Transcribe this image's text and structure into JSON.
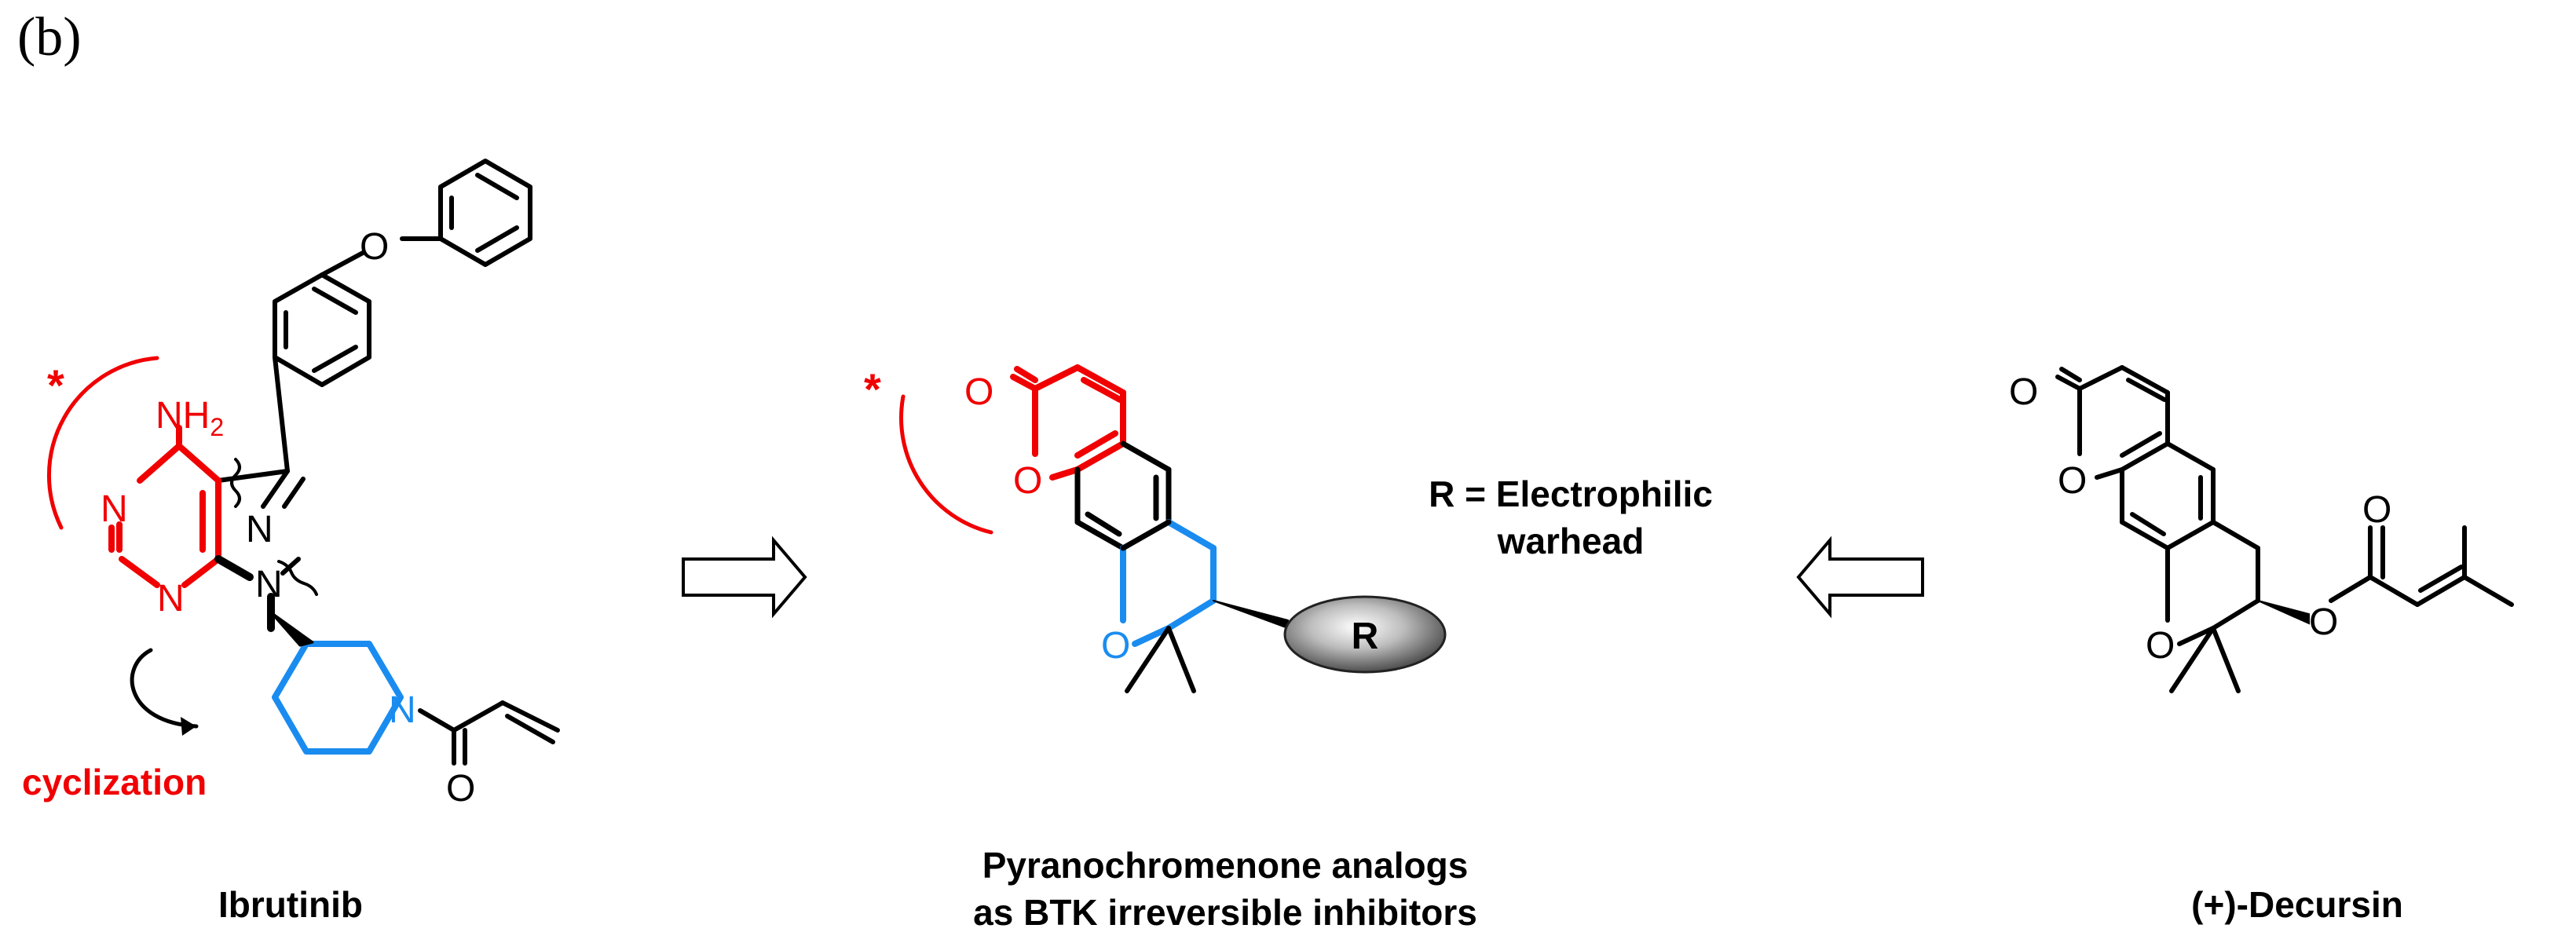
{
  "panel_label": "(b)",
  "colors": {
    "red": "#f00000",
    "blue": "#1a8cf0",
    "black": "#000000"
  },
  "ibrutinib": {
    "caption": "Ibrutinib",
    "atoms": {
      "nh2": "NH",
      "nh2_sub": "2",
      "n_pyr1": "N",
      "n_pyr2": "N",
      "n_pyrazole1": "N",
      "n_pyrazole2": "N",
      "o_ether": "O",
      "n_pip": "N",
      "o_amide": "O"
    },
    "star": "*",
    "cyclization": "cyclization"
  },
  "analog": {
    "caption_line1": "Pyranochromenone analogs",
    "caption_line2": "as BTK irreversible inhibitors",
    "atoms": {
      "o_carbonyl": "O",
      "o_lactone": "O",
      "o_pyran": "O"
    },
    "star": "*",
    "r_label": "R",
    "r_desc_line1": "R = Electrophilic",
    "r_desc_line2": "warhead"
  },
  "decursin": {
    "caption": "(+)-Decursin",
    "atoms": {
      "o_carbonyl": "O",
      "o_lactone": "O",
      "o_pyran": "O",
      "o_ester": "O",
      "o_ester_co": "O"
    }
  }
}
